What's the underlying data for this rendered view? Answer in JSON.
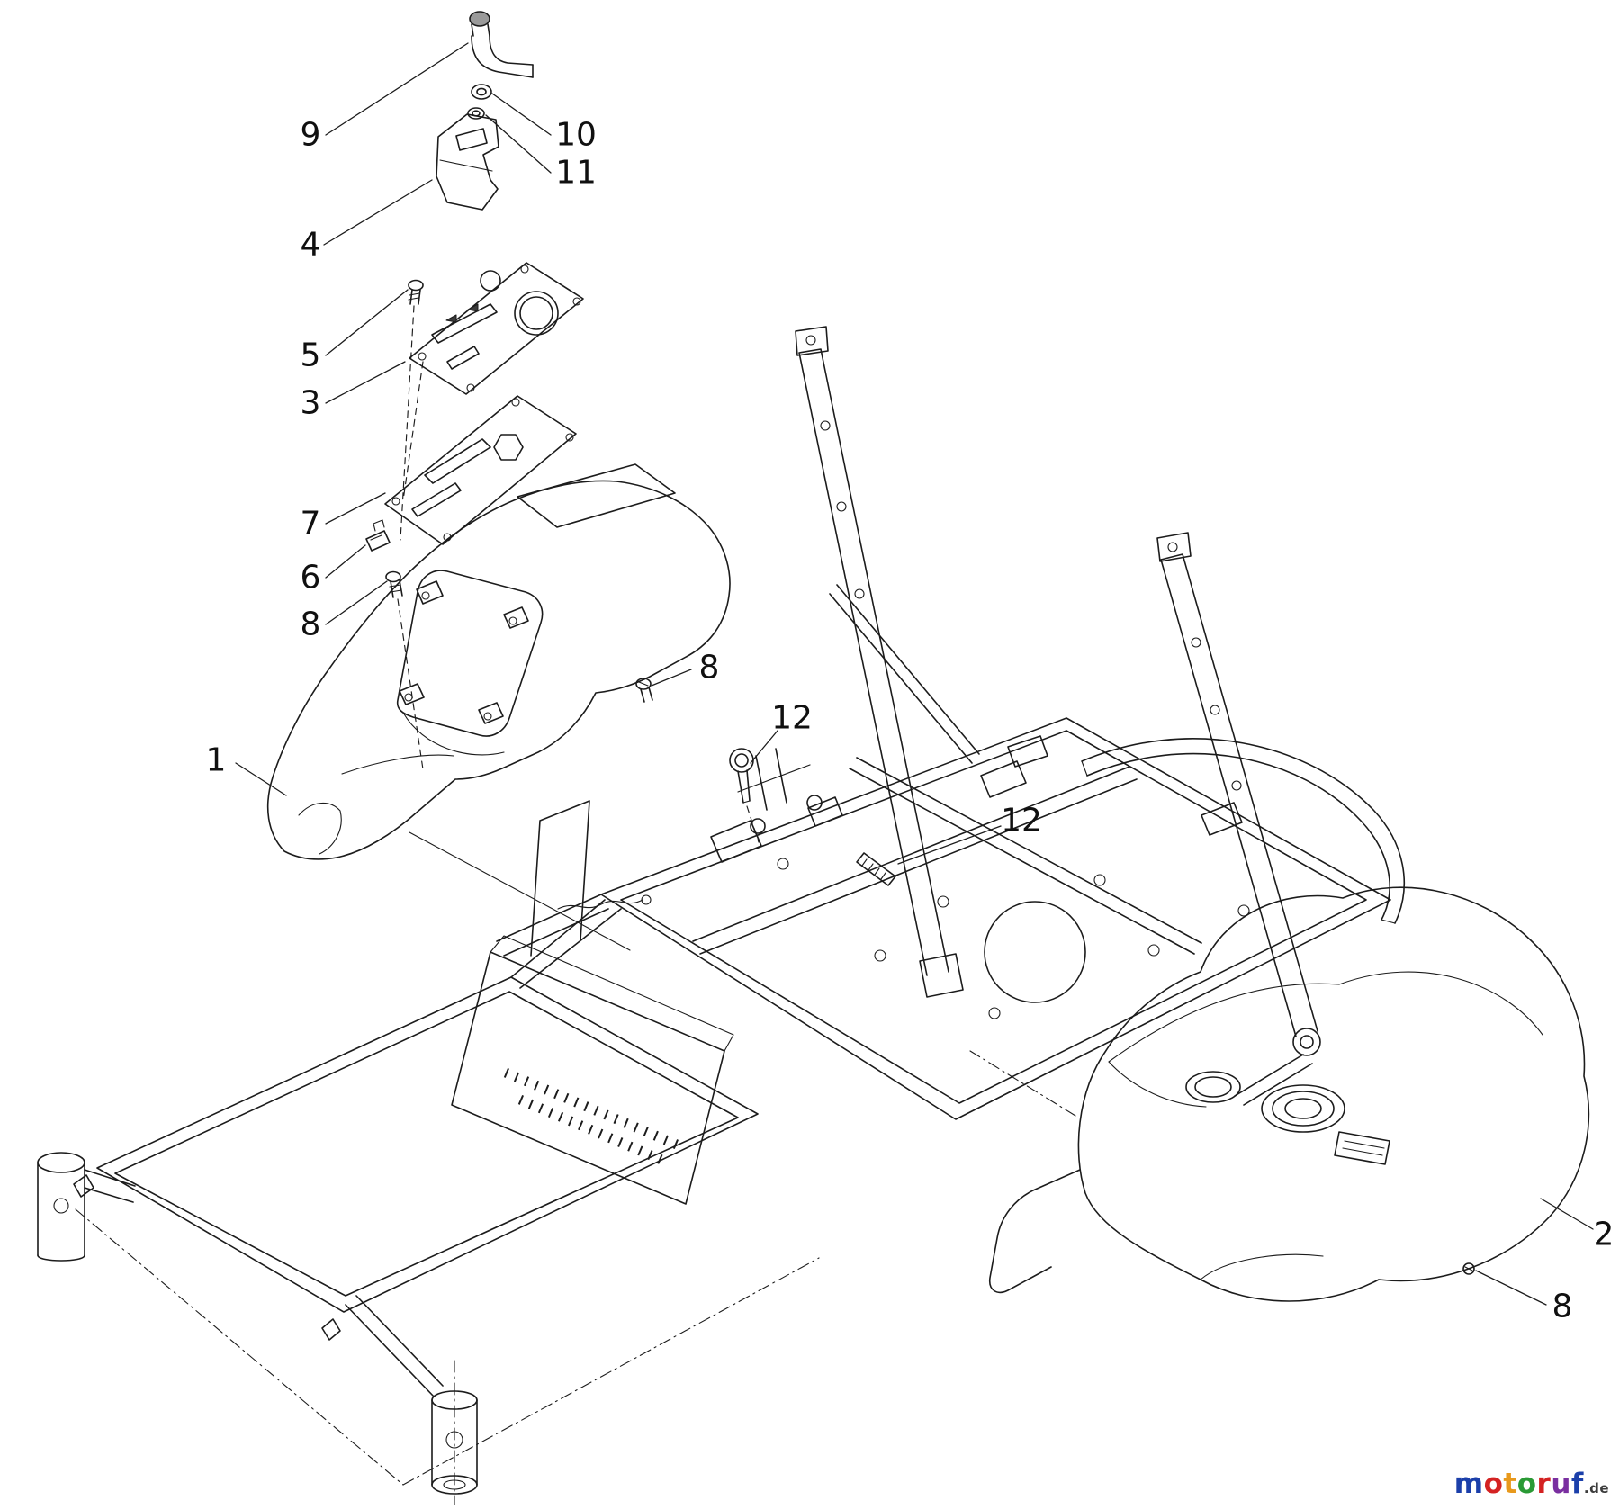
{
  "figure": {
    "description": "Exploded parts diagram - control panel and body assembly",
    "background_color": "#ffffff",
    "line_color": "#1c1c1c"
  },
  "callouts": [
    {
      "id": "part-9",
      "label": "9"
    },
    {
      "id": "part-10",
      "label": "10"
    },
    {
      "id": "part-11",
      "label": "11"
    },
    {
      "id": "part-4",
      "label": "4"
    },
    {
      "id": "part-5",
      "label": "5"
    },
    {
      "id": "part-3",
      "label": "3"
    },
    {
      "id": "part-7",
      "label": "7"
    },
    {
      "id": "part-6",
      "label": "6"
    },
    {
      "id": "part-8-console",
      "label": "8"
    },
    {
      "id": "part-8-right-of-console",
      "label": "8"
    },
    {
      "id": "part-1",
      "label": "1"
    },
    {
      "id": "part-12-ring-pin",
      "label": "12"
    },
    {
      "id": "part-12-clevis-pin",
      "label": "12"
    },
    {
      "id": "part-2",
      "label": "2"
    },
    {
      "id": "part-8-tank",
      "label": "8"
    }
  ],
  "watermark": {
    "letters": [
      {
        "char": "m",
        "style_attr": "color:#1b3faa"
      },
      {
        "char": "o",
        "style_attr": "color:#d42222"
      },
      {
        "char": "t",
        "style_attr": "color:#e8991c"
      },
      {
        "char": "o",
        "style_attr": "color:#2a9a35"
      },
      {
        "char": "r",
        "style_attr": "color:#d42222"
      },
      {
        "char": "u",
        "style_attr": "color:#7a2fa0"
      },
      {
        "char": "f",
        "style_attr": "color:#1b3faa"
      }
    ],
    "suffix": ".de"
  }
}
